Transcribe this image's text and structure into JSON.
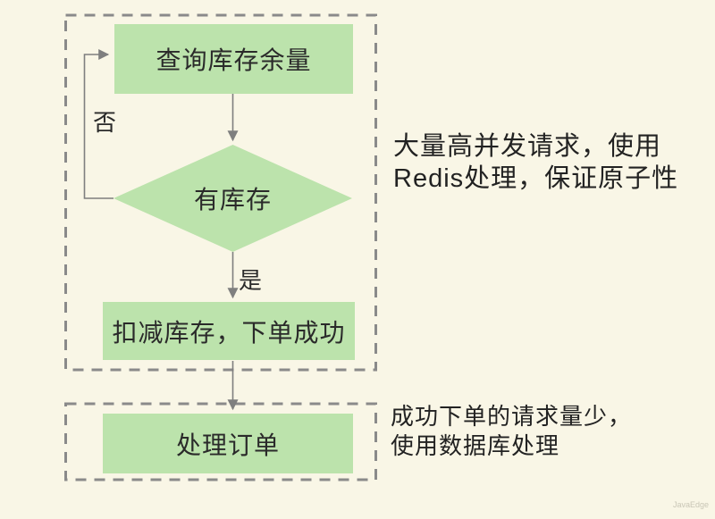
{
  "colors": {
    "background": "#f9f6e6",
    "node_fill": "#bce3ac",
    "dash_border": "#8a8a8a",
    "arrow": "#7f7f7f",
    "node_text": "#2a2a2a",
    "watermark": "#c9c6b6"
  },
  "diagram": {
    "nodes": {
      "query_stock": {
        "label": "查询库存余量",
        "type": "process"
      },
      "has_stock": {
        "label": "有库存",
        "type": "decision"
      },
      "deduct_stock": {
        "label": "扣减库存，下单成功",
        "type": "process"
      },
      "process_order": {
        "label": "处理订单",
        "type": "process"
      }
    },
    "edge_labels": {
      "no": "否",
      "yes": "是"
    },
    "annotations": {
      "redis_note": "大量高并发请求，使用\nRedis处理，保证原子性",
      "db_note": "成功下单的请求量少，\n使用数据库处理"
    }
  },
  "watermark": "JavaEdge"
}
